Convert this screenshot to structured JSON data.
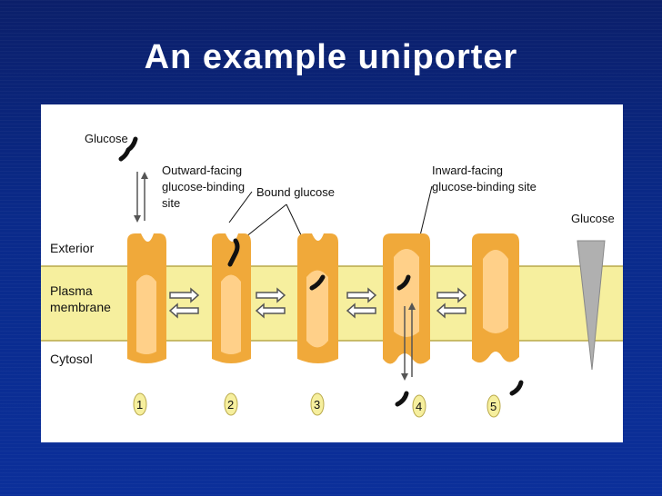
{
  "title": "An example uniporter",
  "diagram": {
    "glucose_left": "Glucose",
    "outward_label_1": "Outward-facing",
    "outward_label_2": "glucose-binding",
    "outward_label_3": "site",
    "bound_label": "Bound glucose",
    "inward_label_1": "Inward-facing",
    "inward_label_2": "glucose-binding site",
    "glucose_right": "Glucose",
    "exterior": "Exterior",
    "plasma": "Plasma",
    "membrane": "membrane",
    "cytosol": "Cytosol",
    "steps": [
      "1",
      "2",
      "3",
      "4",
      "5"
    ],
    "colors": {
      "membrane": "#f6ef9e",
      "protein_outer": "#f0a93a",
      "protein_inner": "#ffd089",
      "glucose": "#111111"
    }
  }
}
